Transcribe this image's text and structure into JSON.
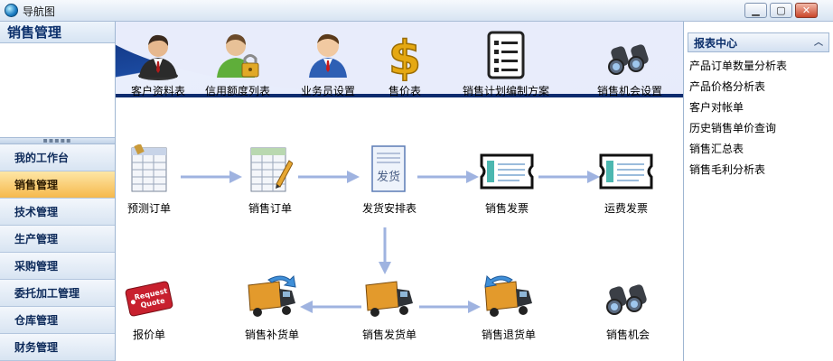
{
  "window": {
    "title": "导航图",
    "min_glyph": "▁",
    "max_glyph": "▢",
    "close_glyph": "✕"
  },
  "left": {
    "title": "销售管理",
    "splitter_glyph": "▪▪▪▪▪",
    "items": [
      {
        "label": "我的工作台"
      },
      {
        "label": "销售管理",
        "active": true
      },
      {
        "label": "技术管理"
      },
      {
        "label": "生产管理"
      },
      {
        "label": "采购管理"
      },
      {
        "label": "委托加工管理"
      },
      {
        "label": "仓库管理"
      },
      {
        "label": "财务管理"
      }
    ]
  },
  "toolbar": {
    "items": [
      {
        "label": "客户资料表",
        "icon": "customer-profile-icon"
      },
      {
        "label": "信用额度列表",
        "icon": "credit-limit-user-lock-icon"
      },
      {
        "label": "业务员设置",
        "icon": "salesman-icon"
      },
      {
        "label": "售价表",
        "icon": "dollar-sign-icon"
      },
      {
        "label": "销售计划编制方案",
        "icon": "checklist-icon"
      },
      {
        "label": "销售机会设置",
        "icon": "binoculars-icon"
      }
    ]
  },
  "flow": {
    "row1": [
      {
        "label": "预测订单",
        "icon": "spreadsheet-icon"
      },
      {
        "label": "销售订单",
        "icon": "spreadsheet-edit-icon"
      },
      {
        "label": "发货安排表",
        "icon": "document-icon",
        "icon_text": "发货"
      },
      {
        "label": "销售发票",
        "icon": "invoice-ticket-icon"
      },
      {
        "label": "运费发票",
        "icon": "invoice-ticket-icon"
      }
    ],
    "row2": [
      {
        "label": "报价单",
        "icon": "request-quote-tag-icon",
        "icon_text_1": "Request",
        "icon_text_2": "Quote"
      },
      {
        "label": "销售补货单",
        "icon": "truck-forward-icon"
      },
      {
        "label": "销售发货单",
        "icon": "truck-icon"
      },
      {
        "label": "销售退货单",
        "icon": "truck-return-icon"
      },
      {
        "label": "销售机会",
        "icon": "binoculars-icon"
      }
    ]
  },
  "right": {
    "title": "报表中心",
    "caret_glyph": "︿",
    "items": [
      {
        "label": "产品订单数量分析表"
      },
      {
        "label": "产品价格分析表"
      },
      {
        "label": "客户对帐单"
      },
      {
        "label": "历史销售单价查询"
      },
      {
        "label": "销售汇总表"
      },
      {
        "label": "销售毛利分析表"
      }
    ]
  },
  "colors": {
    "active_nav": "#f6b94c",
    "toolbar_dark": "#10307a",
    "arrow": "#9fb3e0"
  }
}
